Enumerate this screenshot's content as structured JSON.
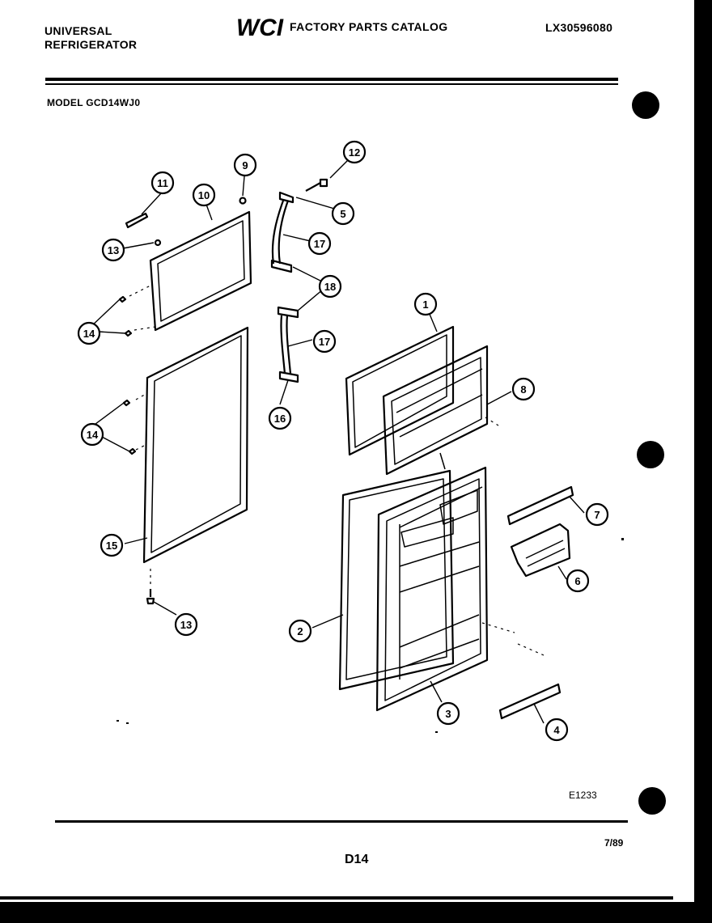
{
  "header": {
    "brand_line1": "UNIVERSAL",
    "brand_line2": "REFRIGERATOR",
    "logo_text": "WCI",
    "catalog_title": "FACTORY PARTS CATALOG",
    "catalog_number": "LX30596080",
    "model": "MODEL GCD14WJ0"
  },
  "footer": {
    "figure_code": "E1233",
    "date": "7/89",
    "page_code": "D14"
  },
  "callouts": [
    "1",
    "2",
    "3",
    "4",
    "5",
    "6",
    "7",
    "8",
    "9",
    "10",
    "11",
    "12",
    "13",
    "13",
    "14",
    "14",
    "15",
    "16",
    "17",
    "17",
    "18"
  ]
}
